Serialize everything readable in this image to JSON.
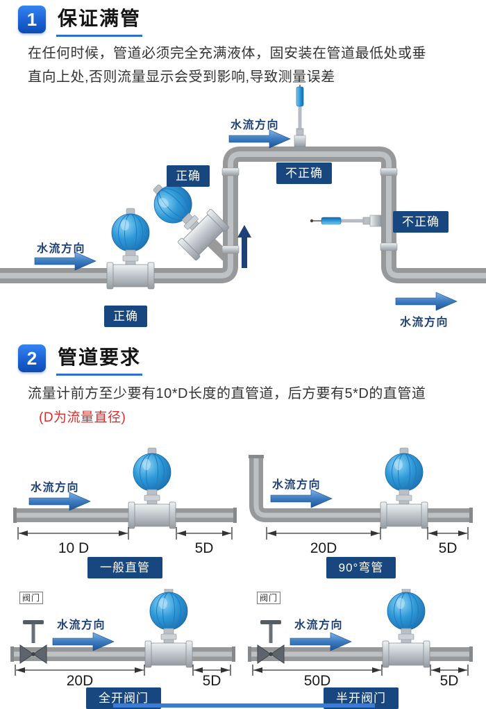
{
  "colors": {
    "accent_blue": "#2a6fd1",
    "label_navy": "#17477e",
    "arrow_blue": "#2e6fba",
    "pipe_gray": "#96989a",
    "note_red": "#e02a2a"
  },
  "section1": {
    "badge": "1",
    "title": "保证满管",
    "body_line1": "在任何时候，管道必须完全充满液体，固安装在管道最低处或垂",
    "body_line2": "直向上处,否则流量显示会受到影响,导致测量误差",
    "labels": {
      "flow_top": "水流方向",
      "flow_left": "水流方向",
      "flow_right": "水流方向",
      "correct_elbow": "正确",
      "incorrect_top": "不正确",
      "incorrect_side": "不正确",
      "correct_bottom": "正确"
    }
  },
  "section2": {
    "badge": "2",
    "title": "管道要求",
    "body": "流量计前方至少要有10*D长度的直管道，后方要有5*D的直管道",
    "note": "(D为流量直径)",
    "diagrams": [
      {
        "label": "一般直管",
        "flow": "水流方向",
        "dim_front": "10 D",
        "dim_back": "5D"
      },
      {
        "label": "90°弯管",
        "flow": "水流方向",
        "dim_front": "20D",
        "dim_back": "5D"
      },
      {
        "label": "全开阀门",
        "flow": "水流方向",
        "dim_front": "20D",
        "dim_back": "5D",
        "valve": "阀门"
      },
      {
        "label": "半开阀门",
        "flow": "水流方向",
        "dim_front": "50D",
        "dim_back": "5D",
        "valve": "阀门"
      }
    ]
  }
}
